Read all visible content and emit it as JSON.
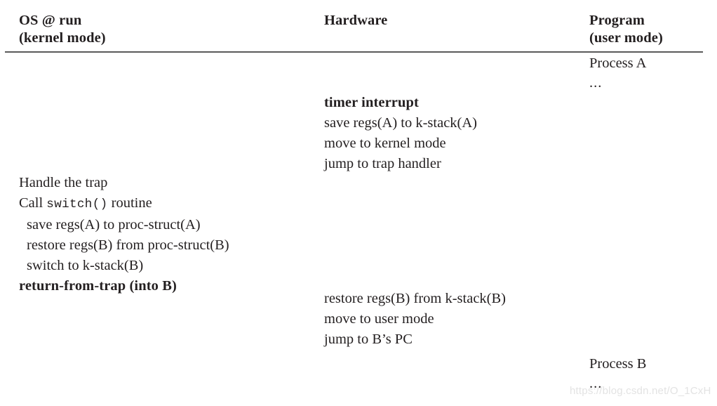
{
  "columns": {
    "os": {
      "title": "OS @ run\n(kernel mode)"
    },
    "hardware": {
      "title": "Hardware"
    },
    "program": {
      "title": "Program\n(user mode)"
    }
  },
  "program_top": {
    "process_label": "Process A",
    "ellipsis": "..."
  },
  "hardware_top": {
    "lines": [
      "timer interrupt",
      "save regs(A) to k-stack(A)",
      "move to kernel mode",
      "jump to trap handler"
    ]
  },
  "os_body": {
    "line_handle": "Handle the trap",
    "line_call_prefix": "Call ",
    "line_call_code": "switch()",
    "line_call_suffix": " routine",
    "line_save": "save regs(A) to proc-struct(A)",
    "line_restore": "restore regs(B) from proc-struct(B)",
    "line_switch": "switch to k-stack(B)",
    "line_return": "return-from-trap (into B)"
  },
  "hardware_bottom": {
    "lines": [
      "restore regs(B) from k-stack(B)",
      "move to user mode",
      "jump to B’s PC"
    ]
  },
  "program_bottom": {
    "process_label": "Process B",
    "ellipsis": "..."
  },
  "watermark": {
    "text": "https://blog.csdn.net/O_1CxH",
    "color": "#e3e3e3"
  },
  "style": {
    "background": "#ffffff",
    "text_color": "#231f20",
    "rule_color": "#5a5a5a"
  }
}
